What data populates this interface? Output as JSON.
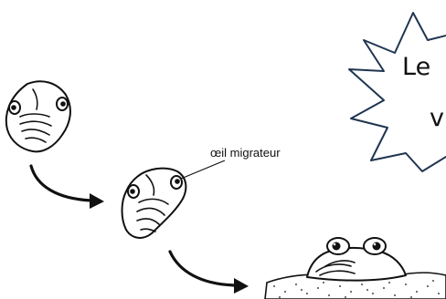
{
  "diagram": {
    "label_migrating_eye": "œil migrateur",
    "bubble_text_line1": "Le",
    "bubble_text_line2": "v",
    "colors": {
      "ink": "#111111",
      "background": "#ffffff",
      "burst_outline": "#1f3550"
    }
  }
}
